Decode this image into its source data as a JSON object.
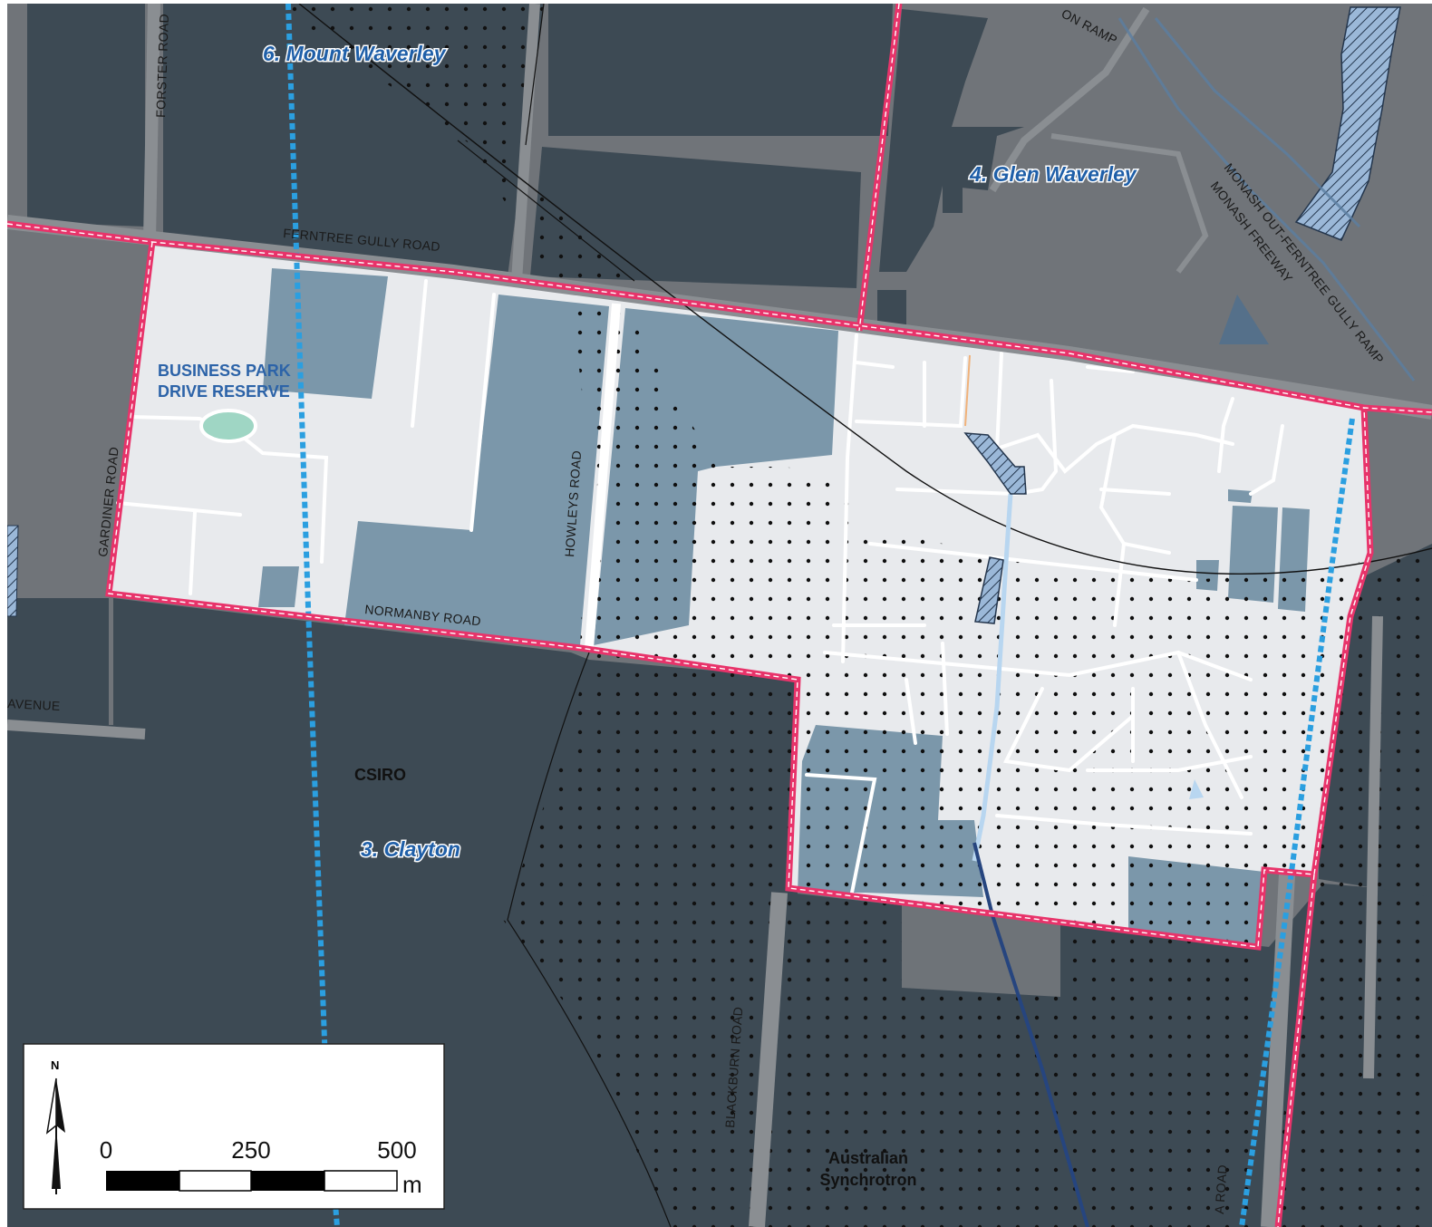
{
  "precincts": {
    "mount_waverley": "6. Mount Waverley",
    "glen_waverley": "4. Glen Waverley",
    "clayton": "3. Clayton"
  },
  "places": {
    "csiro": "CSIRO",
    "synchrotron_line1": "Australian",
    "synchrotron_line2": "Synchrotron",
    "reserve_line1": "BUSINESS PARK",
    "reserve_line2": "DRIVE RESERVE"
  },
  "roads": {
    "forster": "FORSTER ROAD",
    "ferntree_gully": "FERNTREE GULLY ROAD",
    "gardiner": "GARDINER ROAD",
    "howleys": "HOWLEYS ROAD",
    "normanby": "NORMANBY ROAD",
    "avenue": "AVENUE",
    "blackburn": "BLACKBURN ROAD",
    "on_ramp": "ON RAMP",
    "monash_out_ramp": "MONASH OUT-FERNTREE GULLY RAMP",
    "monash_freeway": "MONASH FREEWAY",
    "bottom_road": "A ROAD"
  },
  "scale_bar": {
    "north": "N",
    "tick_0": "0",
    "tick_250": "250",
    "tick_500": "500",
    "unit": "m"
  },
  "colors": {
    "background_grey": "#707479",
    "dark_block": "#3d4a54",
    "precinct_fill": "#e8eaed",
    "mid_blue_block": "#7b97aa",
    "boundary_pink": "#e8336a",
    "trail_blue": "#2b9fe0",
    "reserve_green": "#9fd6c4",
    "hatch_blue": "#9bb8d8",
    "creek_navy": "#26457f"
  }
}
